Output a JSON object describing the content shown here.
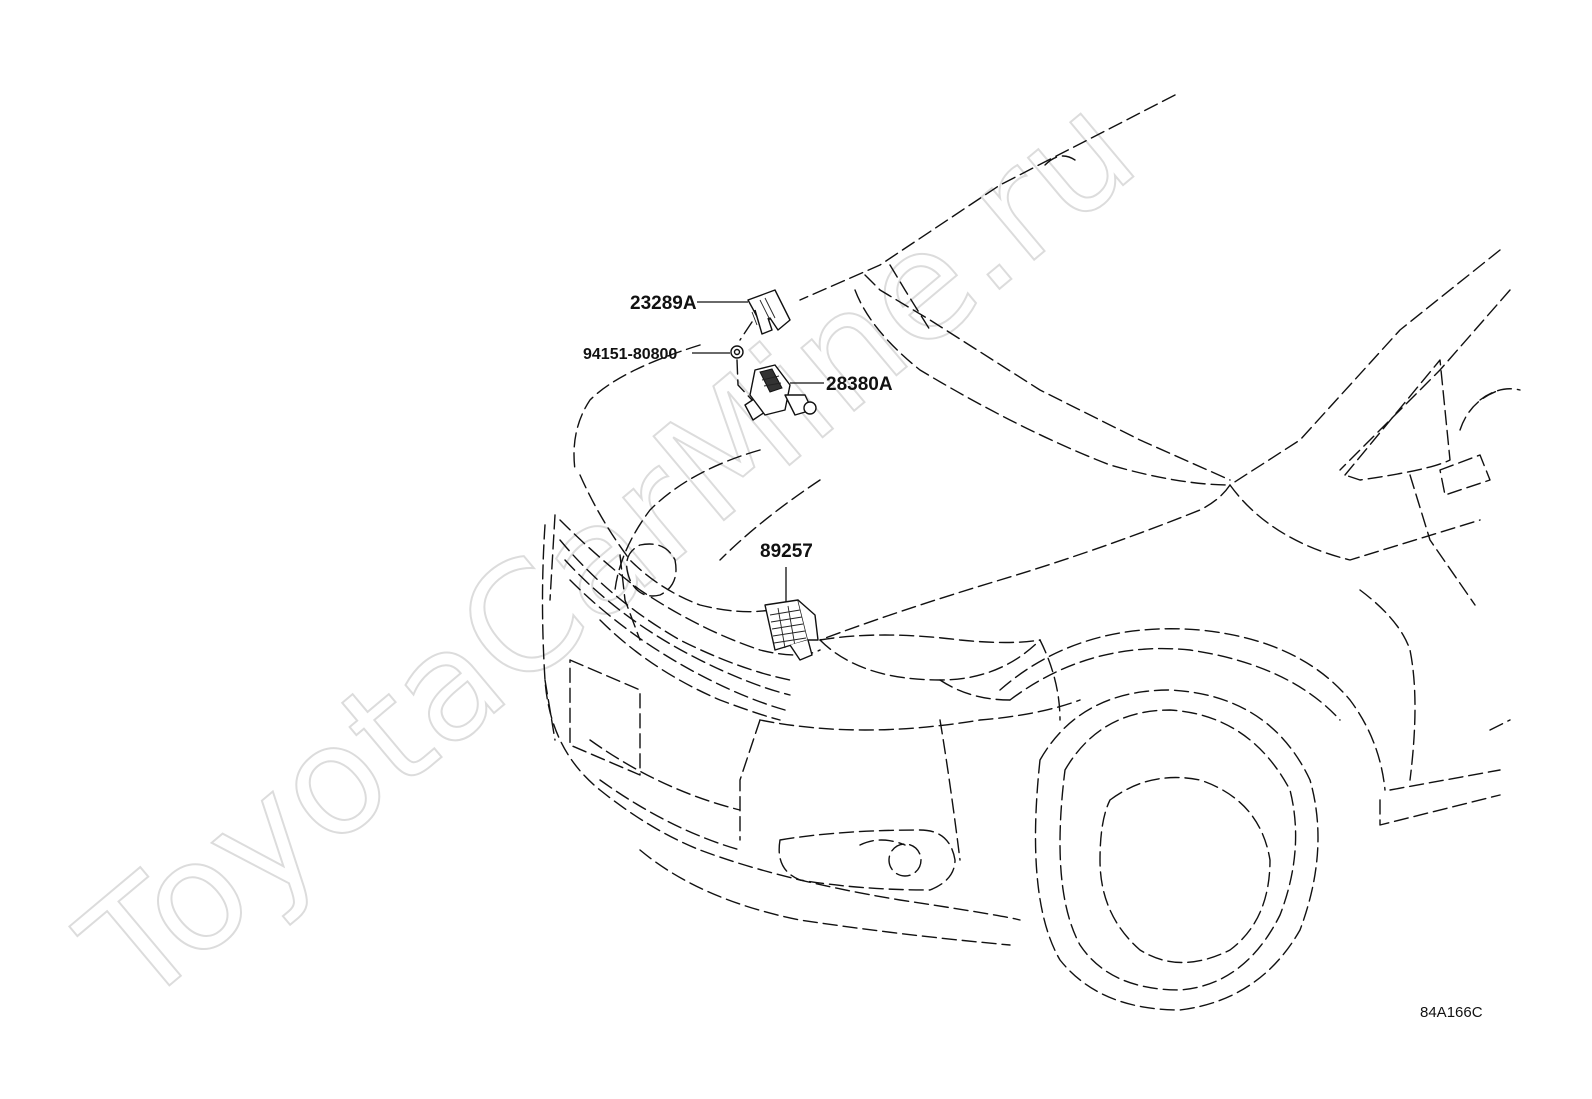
{
  "watermark": "ToyotaCarMine.ru",
  "diagram_code": "84A166C",
  "callouts": [
    {
      "id": "part-23289a",
      "number": "23289A"
    },
    {
      "id": "part-94151",
      "number": "94151-80800"
    },
    {
      "id": "part-28380a",
      "number": "28380A"
    },
    {
      "id": "part-89257",
      "number": "89257"
    }
  ]
}
